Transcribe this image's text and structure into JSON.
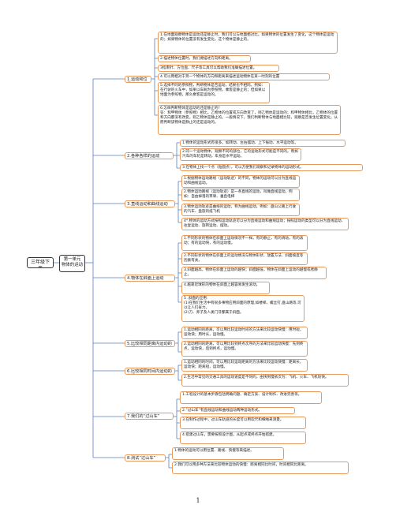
{
  "root": {
    "label": "三年级下册"
  },
  "unit": {
    "label": "第一单元\n物体的运动"
  },
  "lessons": [
    {
      "label": "1.运动和位置"
    },
    {
      "label": "2.各种各样的运动"
    },
    {
      "label": "3.直线运动和曲线运动"
    },
    {
      "label": "4.物体在斜面上运动"
    },
    {
      "label": "5.比较相同距离内运动的快慢"
    },
    {
      "label": "6.比较相同时间内运动的快慢"
    },
    {
      "label": "7.我们的“过山车”"
    },
    {
      "label": "8.测试“过山车”"
    }
  ],
  "details": [
    "1.在地面观察物体是运动还是静止时，我们可以与地面相对比。如果物体的位置发生了变化，这个物体是运动的；如果物体的位置没有发生变化，这个物体是静止的。",
    "2.描述物体位置时，我们要描述方向和距离。",
    "3指南针、方位盘、尺子等工具可以帮助我们准确描述位置。",
    "4.可以用相对于另一个物体的方向和距离来描述运动物体在某一时刻的位置",
    "5.选择不同的参照物，判断物体是否运动，结果也不相同。例如：在行驶的火车中，如果以车厢为参照物，乘客是静止的；但如果以地面为参照物，那么乘客是运动的。",
    "6.怎样判断物体是运动的还是静止的?\n答：和甲物体（参照物）相比，乙物体的位置或方向改变了，则乙物体是运动的；和甲物体相比，乙物体的位置和方向都没有改变，则乙物体是静止的。一般情况下，我们判断物体与地面相比较，观察是否发生位置变化，从而判断该物体是静止的还是运动的。",
    "1.物体的运动形式有很多，如转动、左右摆动、上下振动、水平运动等。",
    "2.同一个运动物体，观察不同的部位，它的运动形式可能是不同的。例如汽车的车轮是转动，车身是水平运动。",
    "3.在物体上找一个点（贴圆点），可以方便我们观察和记录物体的运动形式。",
    "1.根据物体运动路线（运动轨迹）的不同，物体的运动可以分为直线运动和曲线运动。",
    "2.物体运动路线（运动轨迹）是一条直线的运动，叫做直线运动。例如：自由掉落的苹果、垂直电梯",
    "3.物体运动轨迹是曲线的运动，称为曲线运动。例如：盘山公路上行驶的汽车、盘旋的纸飞机",
    "4*.物体的运动方式按照运动轨迹可以分为直线运动和曲线运动；按照运动的类型可以分为直线运动、往复运动、旋转运动、摆动。",
    "1.不同形状的物体在斜面上运动情况不一样。有的静止，有的滑动，有的滚动；有的运动快，有的运动慢。",
    "2.不同形状的物体在斜面上的运动情况与物体形状、放置方法、斜面坡度等因素有关。",
    "3.斜面越高，物体在斜面上运动的越快；斜面越低，物体在斜面上运动的越慢或者静止。",
    "4.越靠近球形的物体在斜面上越容易发生滚动。",
    "5 .斜面的应用:\n(1)在我们生活中有很多事物应用斜面的原理,如楼梯，螺丝钉,盘山路等,可以让人们省力。\n(2)刀、斧子及人类门牙都属于斜面。",
    "1.运动相同的距离，可以用比较运动时间的方法来比较运动快慢：用时短，运动快；用时长，运动慢。",
    "2.运动相同的距离，可以用比较到终点次序的方法来比较运动快慢：先到终点，运动快，后到终点，运动慢。",
    "1.运动相同的时间，可以用比较运动距离的方法来比较运动快慢：距离长，运动快；距离短，运动慢。",
    "2.生活中常见的交通工具的运动速度是不同的，由快到慢依次为：飞机、火车、飞机较快。",
    "1.工程设计的基本步骤包括明确问题、确定方案、设计制作、改进完善等。",
    "2.“过山车”有直线运动和曲线运动两种运动形式。",
    "3.在制作过程中，过山车轨道的长度可以用软尺和细绳来测量。",
    "4.搭建过山车，需要按照设计图，从起点或终点开始搭建。",
    "1.物体的运动可以用位置、路线、快慢等来描述。",
    "2.我们可以用多种方法来比较物体运动的快慢：距离相同比时间，时间相同比距离。"
  ],
  "page": {
    "number": "1"
  },
  "colors": {
    "border": "#e89a5c",
    "line": "#5a7ec2"
  }
}
